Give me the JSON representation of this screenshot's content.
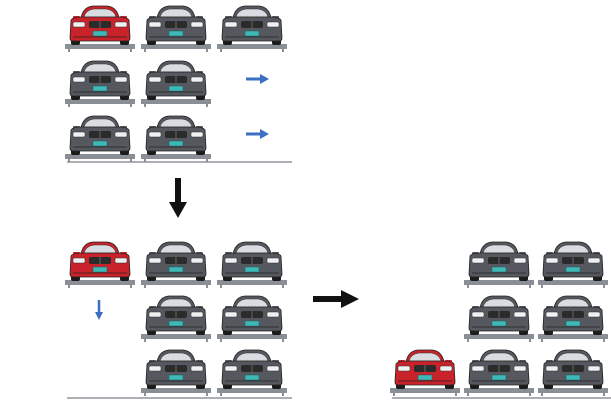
{
  "colors": {
    "red_car": "#c8222a",
    "gray_car": "#55585e",
    "pallet": "#8a8f96",
    "ground": "#8f949a",
    "blue_arrow": "#3a6fc4",
    "black_arrow": "#111111",
    "plate": "#3fb8b8"
  },
  "panels": [
    {
      "name": "panel-initial",
      "rows": [
        [
          "red",
          "gray",
          "gray"
        ],
        [
          "gray",
          "gray",
          "empty"
        ],
        [
          "gray",
          "gray",
          "empty"
        ]
      ],
      "move_arrows": [
        {
          "row": 1,
          "col": 2,
          "direction": "right"
        },
        {
          "row": 2,
          "col": 2,
          "direction": "right"
        }
      ]
    },
    {
      "name": "panel-shifted",
      "rows": [
        [
          "red",
          "gray",
          "gray"
        ],
        [
          "empty",
          "gray",
          "gray"
        ],
        [
          "empty",
          "gray",
          "gray"
        ]
      ],
      "move_arrows": [
        {
          "row": 1,
          "col": 0,
          "direction": "down"
        }
      ]
    },
    {
      "name": "panel-lowered",
      "rows": [
        [
          "empty",
          "gray",
          "gray"
        ],
        [
          "empty",
          "gray",
          "gray"
        ],
        [
          "red",
          "gray",
          "gray"
        ]
      ],
      "move_arrows": []
    }
  ],
  "transitions": [
    {
      "from": "panel-initial",
      "to": "panel-shifted",
      "direction": "down"
    },
    {
      "from": "panel-shifted",
      "to": "panel-lowered",
      "direction": "right"
    }
  ]
}
